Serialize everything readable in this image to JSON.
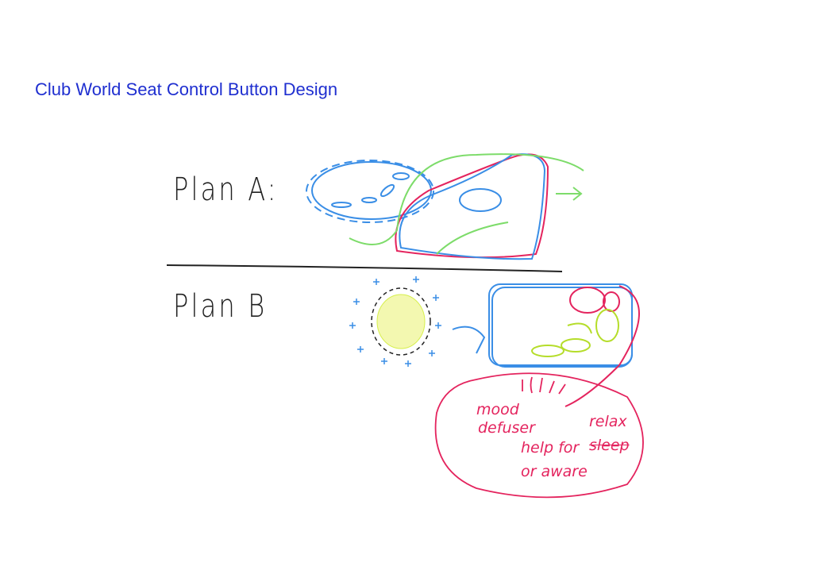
{
  "title": "Club World Seat Control Button Design",
  "plan_a": {
    "label": "Plan A:"
  },
  "plan_b": {
    "label": "Plan B",
    "notes": {
      "mood": "mood",
      "defuser": "defuser",
      "relax": "relax",
      "help_for": "help for",
      "sleep": "sleep",
      "or_aware": "or aware"
    }
  },
  "colors": {
    "title": "#1f2fd0",
    "blue": "#3a8ee6",
    "green": "#7ddc6a",
    "pink": "#e4245e",
    "yellow": "#d6ef4a",
    "ink": "#222222"
  }
}
